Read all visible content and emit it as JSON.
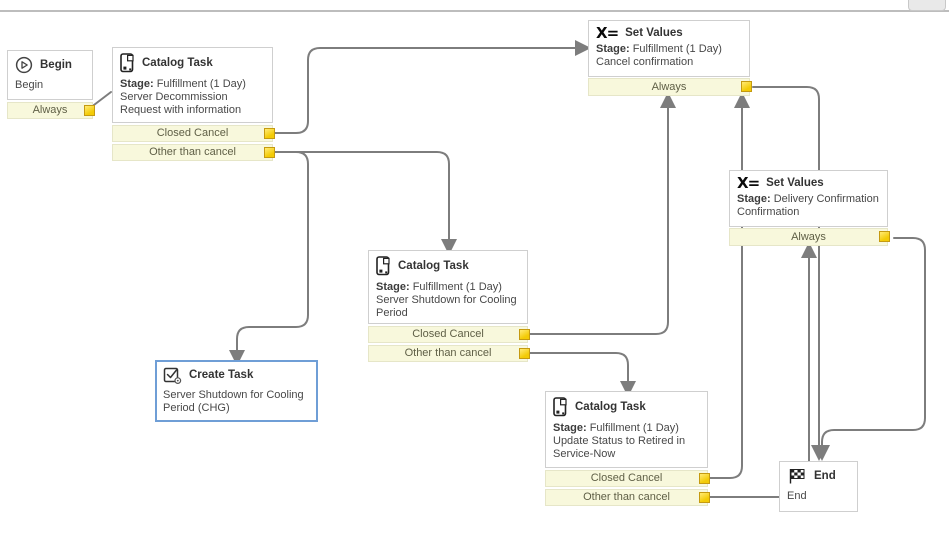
{
  "colors": {
    "connector": "#7d7d7d",
    "node_border": "#cfcfcf",
    "selected_node_border": "#6f9ed6",
    "transition_row_bg": "#f8f8dc",
    "transition_text": "#5f5f46",
    "port_fill": "#f3cb06",
    "port_border": "#c59a10"
  },
  "nodes": {
    "begin": {
      "title": "Begin",
      "name": "Begin",
      "transitions": [
        {
          "label": "Always"
        }
      ]
    },
    "catalog_task_decommission": {
      "title": "Catalog Task",
      "stage_label": "Stage:",
      "stage": "Fulfillment (1 Day)",
      "description": "Server Decommission Request with information",
      "transitions": [
        {
          "label": "Closed Cancel"
        },
        {
          "label": "Other than cancel"
        }
      ]
    },
    "set_values_cancel": {
      "title": "Set Values",
      "stage_label": "Stage:",
      "stage": "Fulfillment (1 Day)",
      "description": "Cancel confirmation",
      "transitions": [
        {
          "label": "Always"
        }
      ]
    },
    "set_values_confirmation": {
      "title": "Set Values",
      "stage_label": "Stage:",
      "stage": "Delivery Confirmation",
      "description": "Confirmation",
      "transitions": [
        {
          "label": "Always"
        }
      ]
    },
    "catalog_task_shutdown": {
      "title": "Catalog Task",
      "stage_label": "Stage:",
      "stage": "Fulfillment (1 Day)",
      "description": "Server Shutdown for Cooling Period",
      "transitions": [
        {
          "label": "Closed Cancel"
        },
        {
          "label": "Other than cancel"
        }
      ]
    },
    "create_task": {
      "title": "Create Task",
      "description": "Server Shutdown for Cooling Period (CHG)",
      "selected": true,
      "transitions": []
    },
    "catalog_task_retire": {
      "title": "Catalog Task",
      "stage_label": "Stage:",
      "stage": "Fulfillment (1 Day)",
      "description": "Update Status to Retired in Service-Now",
      "transitions": [
        {
          "label": "Closed Cancel"
        },
        {
          "label": "Other than cancel"
        }
      ]
    },
    "end": {
      "title": "End",
      "name": "End",
      "transitions": []
    }
  },
  "connections": [
    {
      "from": "Begin",
      "via": "Always",
      "to": "Catalog Task (Server Decommission Request with information)"
    },
    {
      "from": "Catalog Task (Server Decommission Request with information)",
      "via": "Closed Cancel",
      "to": "Set Values (Cancel confirmation)"
    },
    {
      "from": "Catalog Task (Server Decommission Request with information)",
      "via": "Other than cancel",
      "to": "Catalog Task (Server Shutdown for Cooling Period)"
    },
    {
      "from": "Catalog Task (Server Decommission Request with information)",
      "via": "Other than cancel",
      "to": "Create Task (Server Shutdown for Cooling Period (CHG))"
    },
    {
      "from": "Catalog Task (Server Shutdown for Cooling Period)",
      "via": "Closed Cancel",
      "to": "Set Values (Cancel confirmation)"
    },
    {
      "from": "Catalog Task (Server Shutdown for Cooling Period)",
      "via": "Other than cancel",
      "to": "Catalog Task (Update Status to Retired in Service-Now)"
    },
    {
      "from": "Catalog Task (Update Status to Retired in Service-Now)",
      "via": "Closed Cancel",
      "to": "Set Values (Cancel confirmation)"
    },
    {
      "from": "Catalog Task (Update Status to Retired in Service-Now)",
      "via": "Other than cancel",
      "to": "Set Values (Confirmation)"
    },
    {
      "from": "Set Values (Cancel confirmation)",
      "via": "Always",
      "to": "End"
    },
    {
      "from": "Set Values (Confirmation)",
      "via": "Always",
      "to": "End"
    }
  ]
}
